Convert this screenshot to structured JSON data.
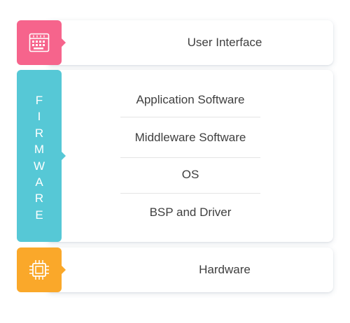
{
  "user_interface": {
    "label": "User Interface",
    "icon": "keyboard-panel-icon",
    "color": "#f6648c"
  },
  "firmware": {
    "letters": [
      "F",
      "I",
      "R",
      "M",
      "W",
      "A",
      "R",
      "E"
    ],
    "color": "#56c8d6",
    "layers": [
      "Application Software",
      "Middleware Software",
      "OS",
      "BSP and Driver"
    ]
  },
  "hardware": {
    "label": "Hardware",
    "icon": "chip-icon",
    "color": "#faa82a"
  }
}
